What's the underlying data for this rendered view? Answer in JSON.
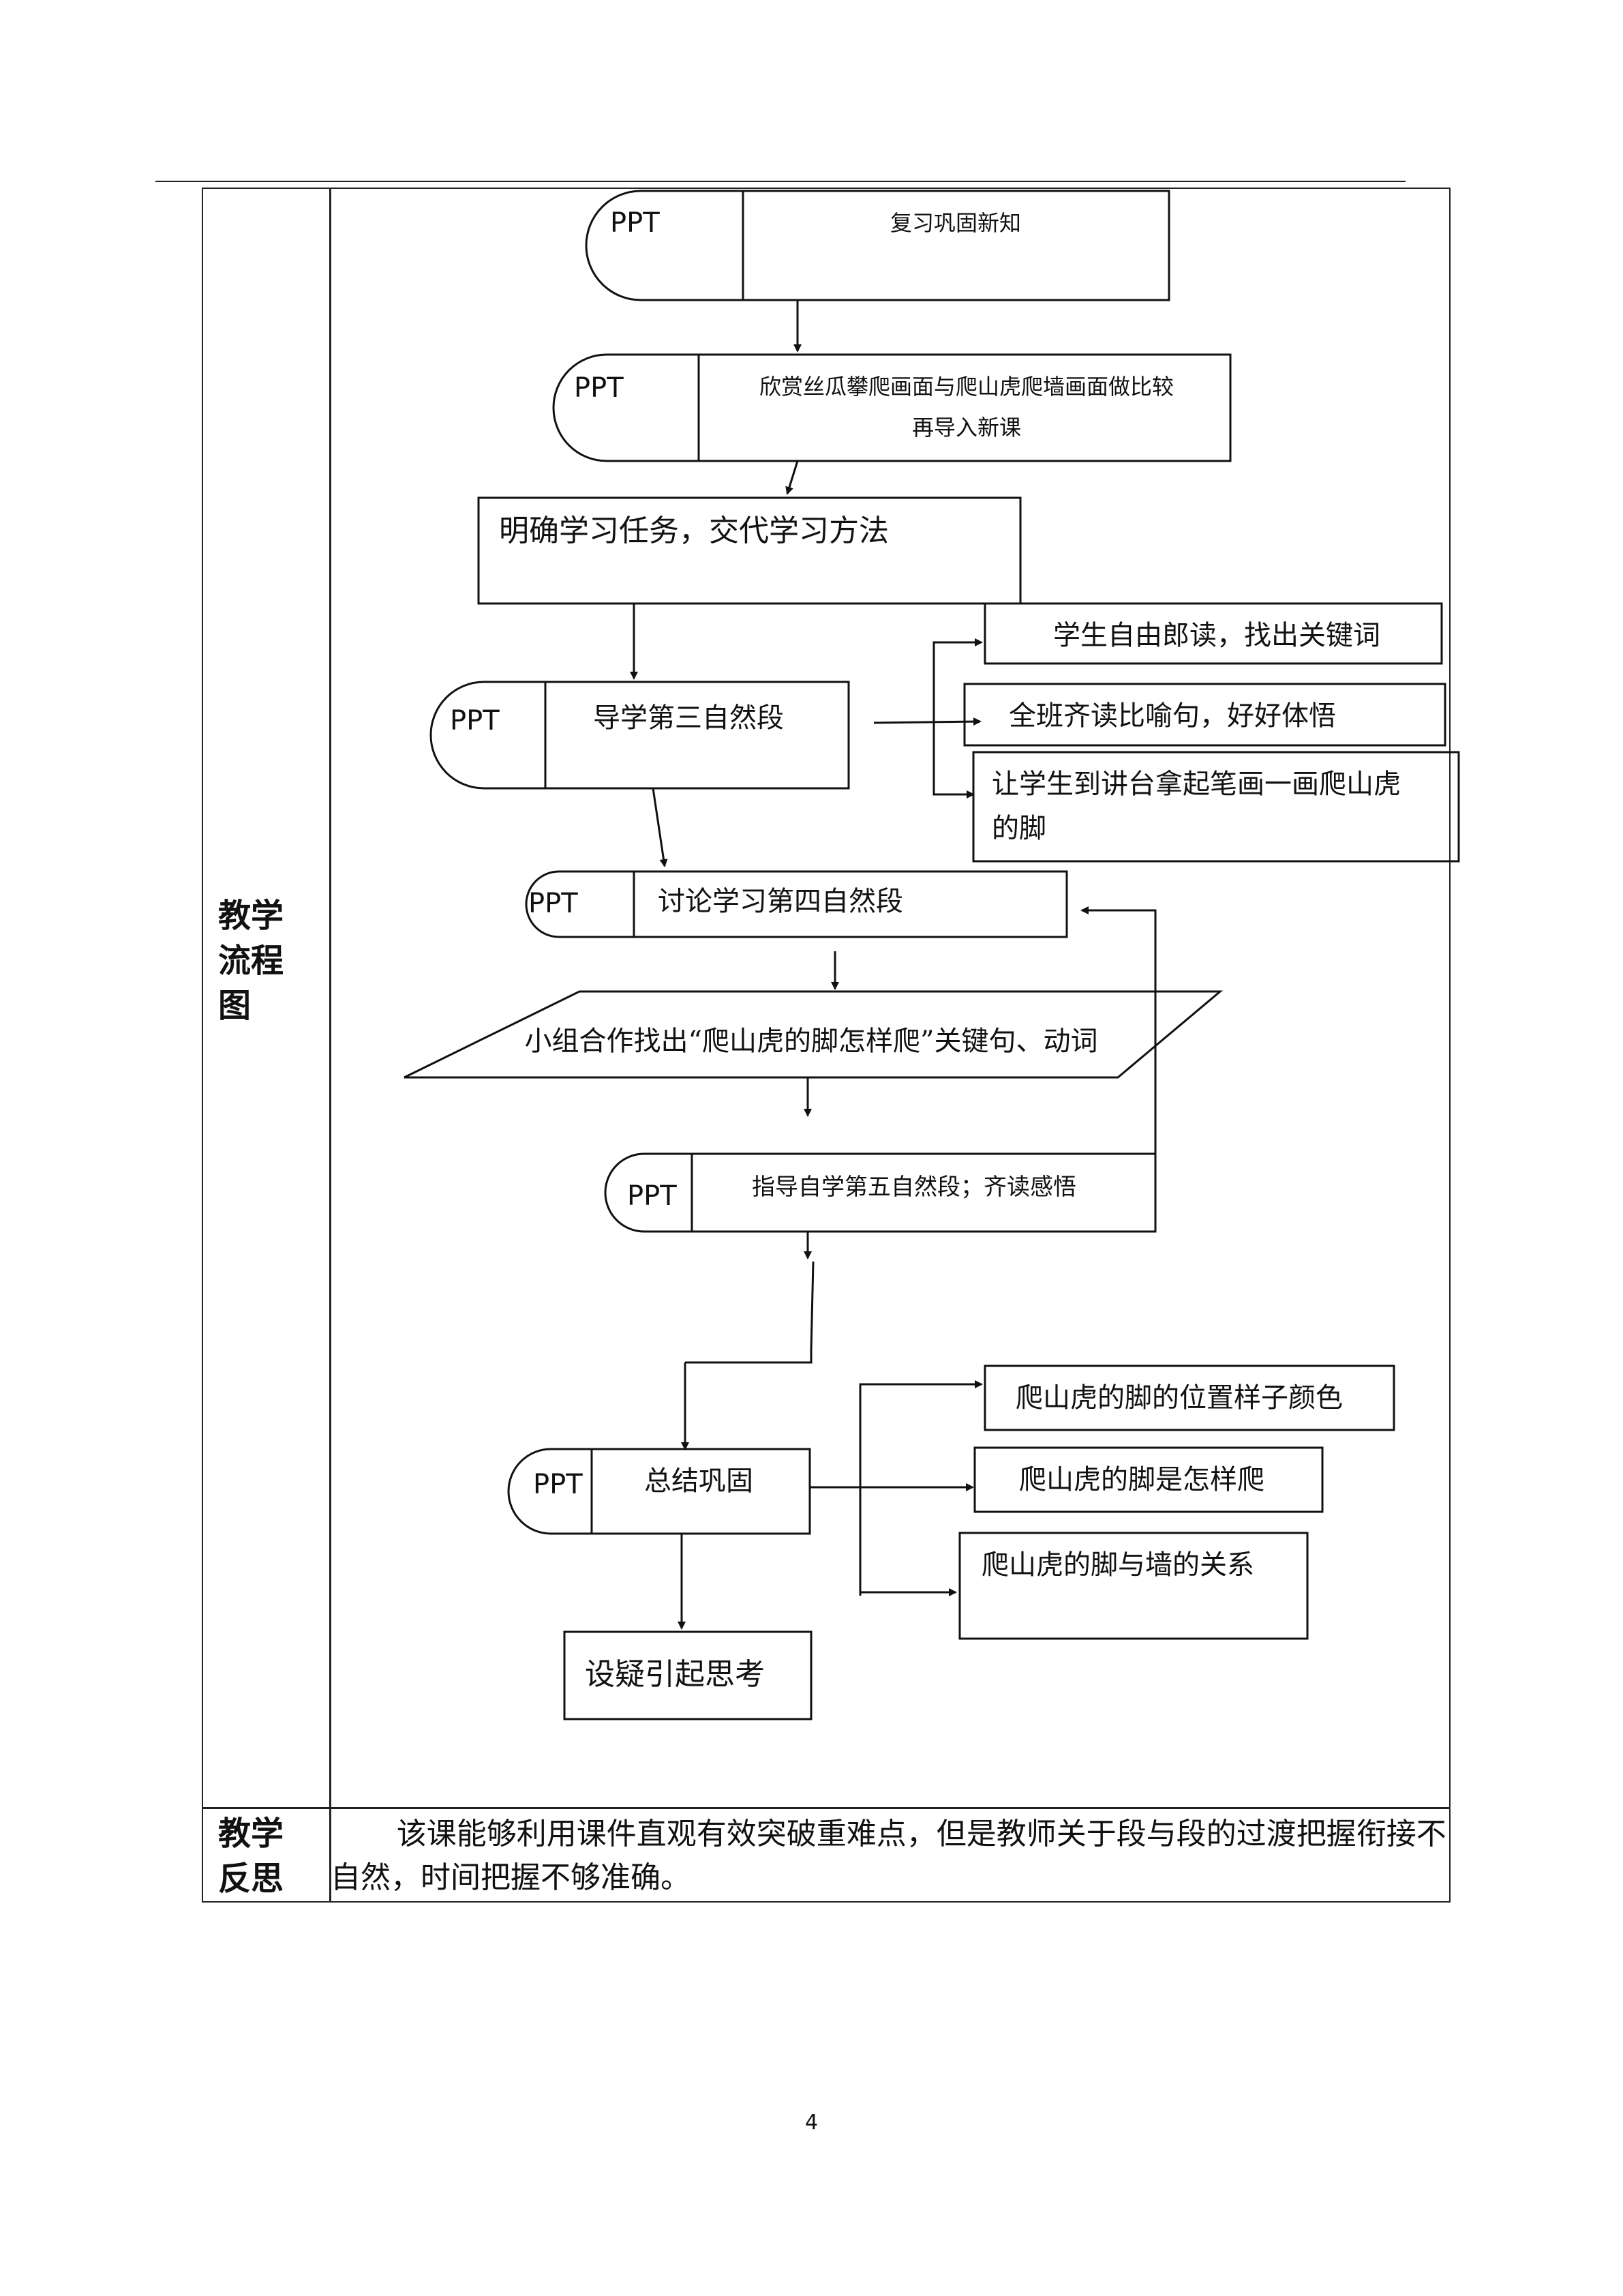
{
  "table": {
    "row1_label_lines": [
      "教学",
      "流程",
      "图"
    ],
    "row2_label_lines": [
      "教学",
      "反思"
    ],
    "reflection_text": "该课能够利用课件直观有效突破重难点，但是教师关于段与段的过渡把握衔接不自然，时间把握不够准确。"
  },
  "flowchart": {
    "ppt_tag": "PPT",
    "step1": "复习巩固新知",
    "step2_lines": [
      "欣赏丝瓜攀爬画面与爬山虎爬墙画面做比较",
      "再导入新课"
    ],
    "step3": "明确学习任务，交代学习方法",
    "step4": "导学第三自然段",
    "step4_branches": [
      "学生自由郎读，找出关键词",
      "全班齐读比喻句，好好体悟"
    ],
    "step4_branch3_lines": [
      "让学生到讲台拿起笔画一画爬山虎",
      "的脚"
    ],
    "step5": "讨论学习第四自然段",
    "step6": "小组合作找出“爬山虎的脚怎样爬”关键句、动词",
    "step7": "指导自学第五自然段；齐读感悟",
    "step8": "总结巩固",
    "step8_branches": [
      "爬山虎的脚的位置样子颜色",
      "爬山虎的脚是怎样爬",
      "爬山虎的脚与墙的关系"
    ],
    "step9": "设疑引起思考"
  },
  "page_number": "4"
}
